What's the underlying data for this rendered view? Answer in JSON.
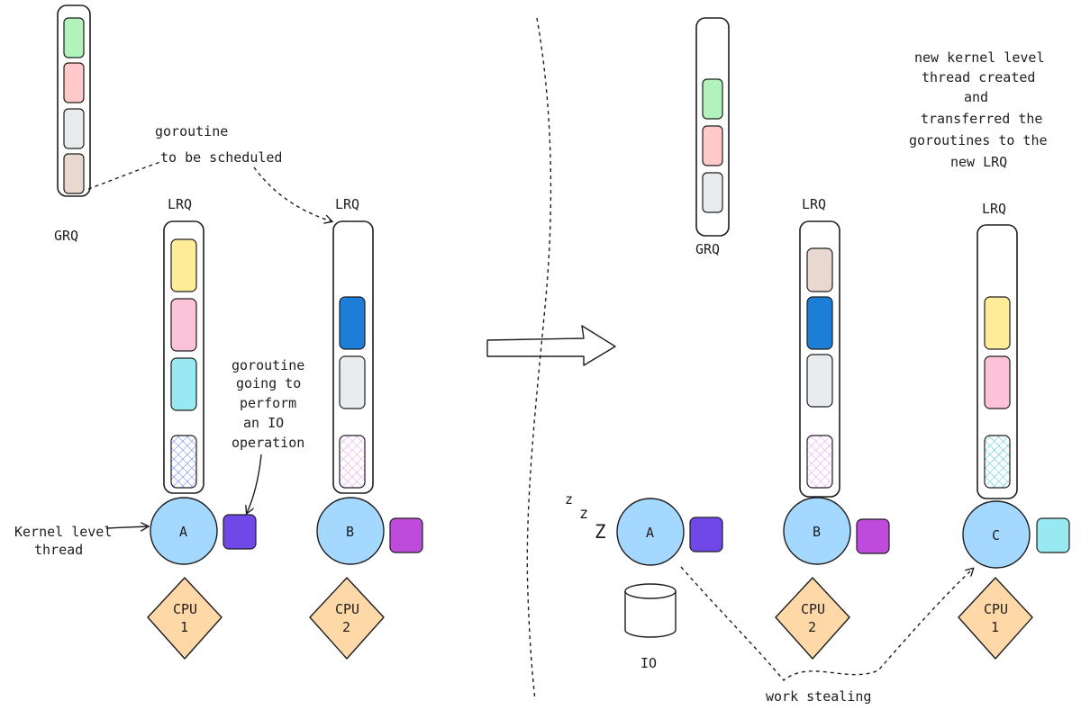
{
  "colors": {
    "green": "#b2f2bb",
    "red": "#ffc9c9",
    "gray": "#e9ecef",
    "tan": "#e8d8d0",
    "yellow": "#ffec99",
    "pink": "#fcc2d7",
    "cyan": "#99e9f2",
    "blue": "#1c7ed6",
    "violet": "#7048e8",
    "purple": "#be4bdb",
    "teal": "#99e9f2",
    "thread": "#a5d8ff",
    "cpu": "#ffd8a8"
  },
  "left": {
    "grq_label": "GRQ",
    "lrq_a_label": "LRQ",
    "lrq_b_label": "LRQ",
    "thread_a": "A",
    "thread_b": "B",
    "cpu1_line1": "CPU",
    "cpu1_line2": "1",
    "cpu2_line1": "CPU",
    "cpu2_line2": "2",
    "note_scheduled_1": "goroutine",
    "note_scheduled_2": "to be scheduled",
    "note_io_1": "goroutine",
    "note_io_2": "going to",
    "note_io_3": "perform",
    "note_io_4": "an IO",
    "note_io_5": "operation",
    "note_kernel_1": "Kernel level",
    "note_kernel_2": "thread"
  },
  "right": {
    "grq_label": "GRQ",
    "lrq_b_label": "LRQ",
    "lrq_c_label": "LRQ",
    "thread_a": "A",
    "thread_b": "B",
    "thread_c": "C",
    "cpu2_line1": "CPU",
    "cpu2_line2": "2",
    "cpu1_line1": "CPU",
    "cpu1_line2": "1",
    "sleep_z1": "z",
    "sleep_z2": "z",
    "sleep_z3": "Z",
    "io_label": "IO",
    "work_stealing": "work stealing",
    "note_new_1": "new kernel level",
    "note_new_2": "thread created",
    "note_new_3": "and",
    "note_new_4": "transferred the",
    "note_new_5": "goroutines to the",
    "note_new_6": "new LRQ"
  }
}
